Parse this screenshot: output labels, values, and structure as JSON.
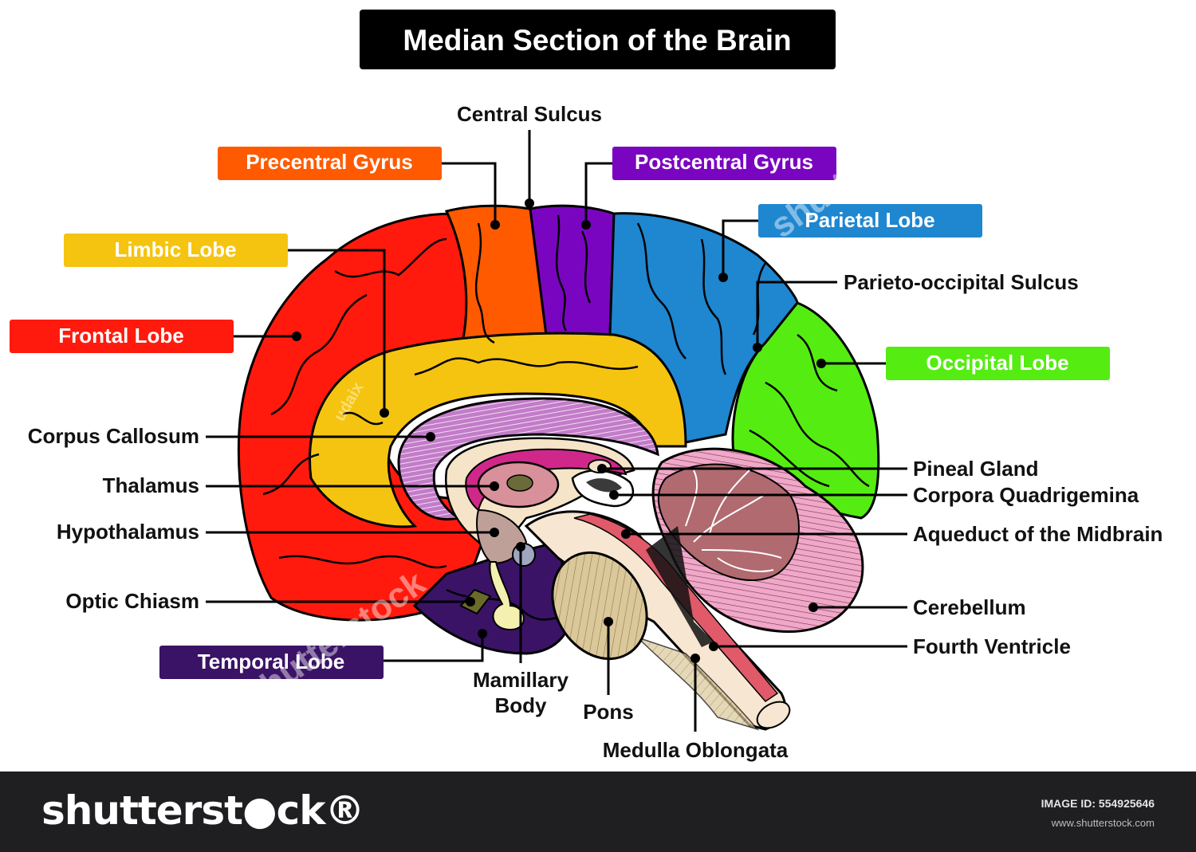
{
  "title": "Median Section of the Brain",
  "colors": {
    "frontal": "#ff1a0d",
    "precentral": "#ff5a00",
    "postcentral": "#7a05c0",
    "parietal": "#1f86d0",
    "occipital": "#55ec12",
    "limbic": "#f5c410",
    "temporal": "#3a1366",
    "corpus": "#c27cc8",
    "cerebellum": "#f0a8c8",
    "stem": "#f3c8b8"
  },
  "labels": {
    "central_sulcus": "Central Sulcus",
    "precentral_gyrus": "Precentral Gyrus",
    "postcentral_gyrus": "Postcentral Gyrus",
    "parietal_lobe": "Parietal Lobe",
    "limbic_lobe": "Limbic Lobe",
    "parieto_occipital_sulcus": "Parieto-occipital Sulcus",
    "frontal_lobe": "Frontal Lobe",
    "occipital_lobe": "Occipital Lobe",
    "corpus_callosum": "Corpus Callosum",
    "thalamus": "Thalamus",
    "hypothalamus": "Hypothalamus",
    "optic_chiasm": "Optic Chiasm",
    "temporal_lobe": "Temporal Lobe",
    "mamillary_body_1": "Mamillary",
    "mamillary_body_2": "Body",
    "pons": "Pons",
    "medulla_oblongata": "Medulla Oblongata",
    "pineal_gland": "Pineal Gland",
    "corpora_quadrigemina": "Corpora Quadrigemina",
    "aqueduct": "Aqueduct of the Midbrain",
    "cerebellum": "Cerebellum",
    "fourth_ventricle": "Fourth Ventricle"
  },
  "watermarks": {
    "author": "udaix",
    "site": "shutterstock"
  },
  "footer": {
    "brand": "shutterst●ck®",
    "image_id": "IMAGE ID: 554925646",
    "url": "www.shutterstock.com"
  }
}
